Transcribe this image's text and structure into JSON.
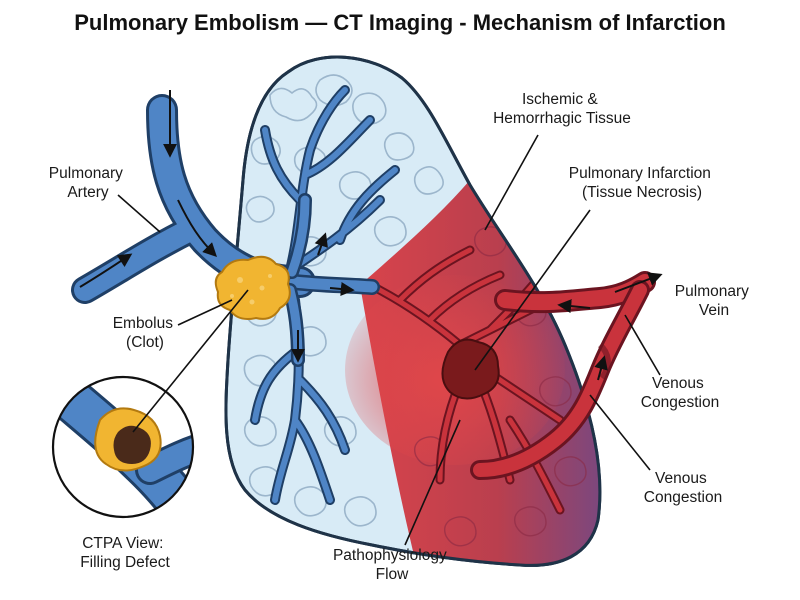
{
  "title": "Pulmonary Embolism — CT Imaging - Mechanism of Infarction",
  "labels": {
    "pulmonary_artery": [
      "Pulmonary",
      "Artery"
    ],
    "embolus": [
      "Embolus",
      "(Clot)"
    ],
    "ctpa_view": [
      "CTPA View:",
      "Filling Defect"
    ],
    "ischemic_tissue": [
      "Ischemic &",
      "Hemorrhagic Tissue"
    ],
    "pulmonary_infarction": [
      "Pulmonary Infarction",
      "(Tissue Necrosis)"
    ],
    "pulmonary_vein": [
      "Pulmonary",
      "Vein"
    ],
    "venous_congestion_1": [
      "Venous",
      "Congestion"
    ],
    "venous_congestion_2": [
      "Venous",
      "Congestion"
    ],
    "pathophysiology_flow": [
      "Pathophysiology",
      "Flow"
    ]
  },
  "colors": {
    "artery": "#4f85c6",
    "artery_outline": "#1f3f66",
    "lung_healthy": "#d8ebf6",
    "infarct_red": "#c9333c",
    "infarct_purple": "#7a3d77",
    "clot": "#f1b531",
    "necrosis": "#7a1a1c"
  }
}
